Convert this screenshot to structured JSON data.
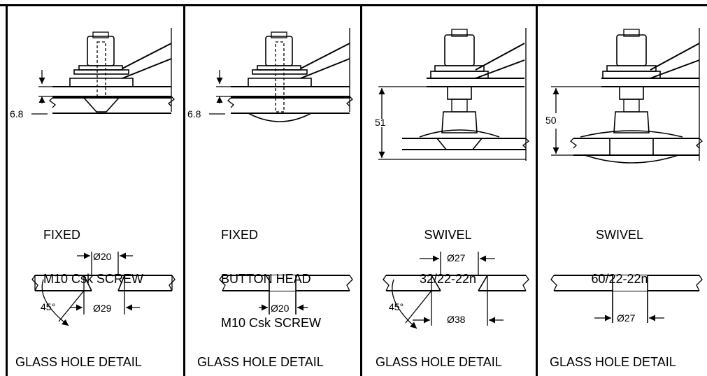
{
  "panels": [
    {
      "title_lines": [
        "FIXED",
        "M10 Csk SCREW"
      ],
      "height_dim": "6.8",
      "top_dim": "Ø20",
      "bottom_dim": "Ø29",
      "angle": "45°",
      "footer": "GLASS HOLE DETAIL"
    },
    {
      "title_lines": [
        "FIXED",
        "BUTTON HEAD",
        "M10 Csk SCREW"
      ],
      "height_dim": "6.8",
      "bottom_dim": "Ø20",
      "footer": "GLASS HOLE DETAIL"
    },
    {
      "title_lines": [
        "SWIVEL",
        "32/22-22n"
      ],
      "height_dim": "51",
      "top_dim": "Ø27",
      "bottom_dim": "Ø38",
      "angle": "45°",
      "footer": "GLASS HOLE DETAIL"
    },
    {
      "title_lines": [
        "SWIVEL",
        "60/22-22n"
      ],
      "height_dim": "50",
      "bottom_dim": "Ø27",
      "footer": "GLASS HOLE DETAIL"
    }
  ]
}
